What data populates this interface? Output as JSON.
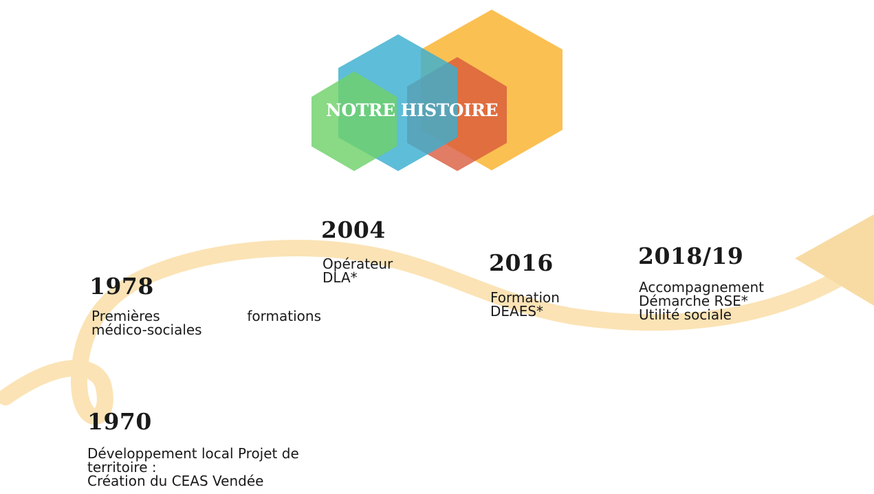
{
  "title": "NOTRE HISTOIRE",
  "colors": {
    "green": "#6fd16a",
    "blue": "#3aaed0",
    "orange": "#fab73a",
    "red": "#d8573a",
    "ribbon": "#fbe3b5"
  },
  "timeline": [
    {
      "year": "1978",
      "lines": [
        "Premières formations",
        "médico-sociales"
      ]
    },
    {
      "year": "2004",
      "lines": [
        "Opérateur",
        "DLA*"
      ]
    },
    {
      "year": "2016",
      "lines": [
        "Formation",
        "DEAES*"
      ]
    },
    {
      "year": "2018/19",
      "lines": [
        "Accompagnement",
        "Démarche RSE*",
        "Utilité sociale"
      ]
    },
    {
      "year": "1970",
      "lines": [
        "Développement local Projet de",
        "territoire :",
        "Création du CEAS Vendée"
      ]
    }
  ]
}
